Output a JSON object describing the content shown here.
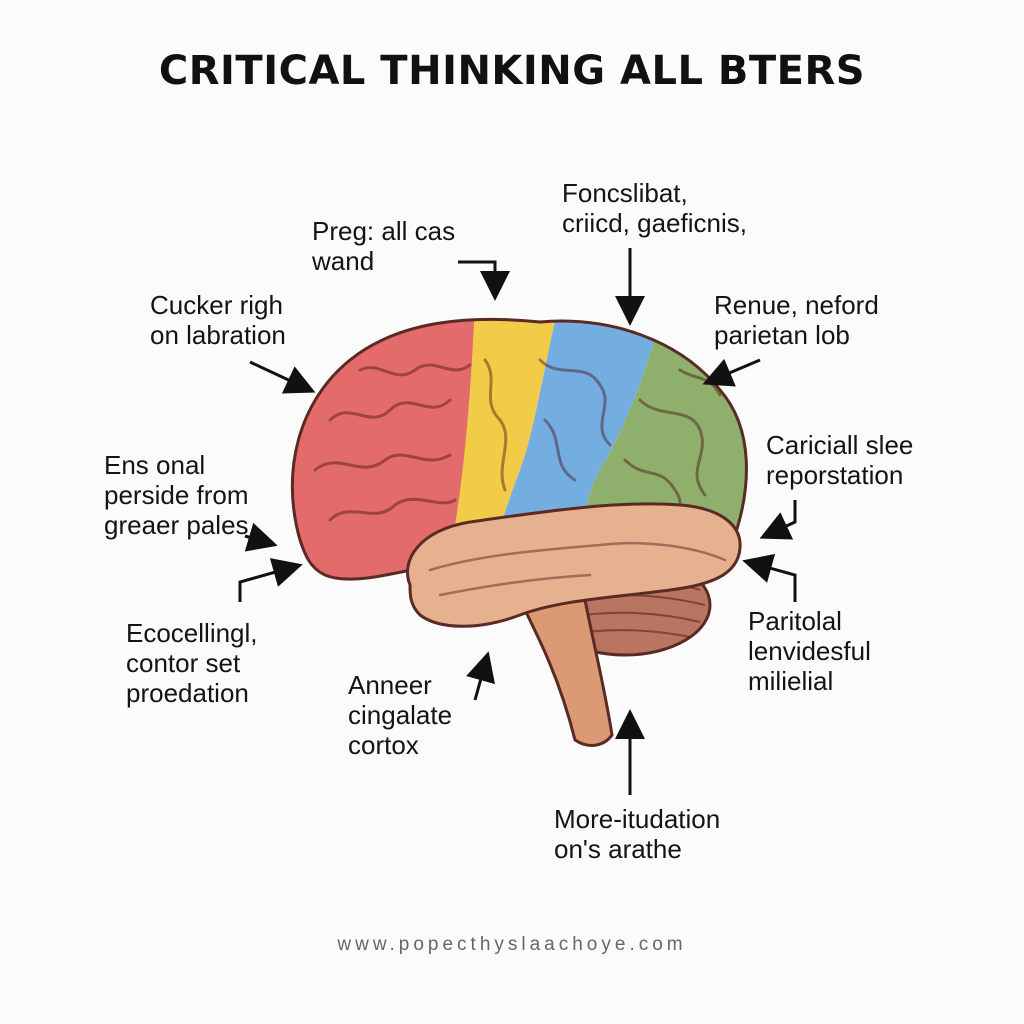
{
  "title": "CRITICAL THINKING ALL BTERS",
  "labels": [
    {
      "id": "top-left-center",
      "lines": [
        "Preg: all cas",
        "wand"
      ]
    },
    {
      "id": "top-right-center",
      "lines": [
        "Foncslibat,",
        "criicd, gaeficnis,"
      ]
    },
    {
      "id": "upper-left",
      "lines": [
        "Cucker righ",
        "on labration"
      ]
    },
    {
      "id": "upper-right",
      "lines": [
        "Renue, neford",
        "parietan lob"
      ]
    },
    {
      "id": "mid-left",
      "lines": [
        "Ens onal",
        "perside from",
        "greaer pales"
      ]
    },
    {
      "id": "mid-right",
      "lines": [
        "Cariciall slee",
        "reporstation"
      ]
    },
    {
      "id": "lower-left",
      "lines": [
        "Ecocellingl,",
        "contor set",
        "proedation"
      ]
    },
    {
      "id": "lower-right",
      "lines": [
        "Paritolal",
        "lenvidesful",
        "milielial"
      ]
    },
    {
      "id": "bottom-center-left",
      "lines": [
        "Anneer",
        "cingalate",
        "cortox"
      ]
    },
    {
      "id": "bottom-center",
      "lines": [
        "More-itudation",
        "on's arathe"
      ]
    }
  ],
  "footer": "www.popecthyslaachoye.com",
  "colors": {
    "frontal_lobe": "#e46b6b",
    "central_band": "#f2cc48",
    "parietal_lobe": "#74aee0",
    "occipital_lobe": "#8fb06c",
    "temporal_lobe": "#e6b18e",
    "cerebellum": "#b97561",
    "brainstem": "#dc9a74",
    "arrows": "#111111"
  }
}
